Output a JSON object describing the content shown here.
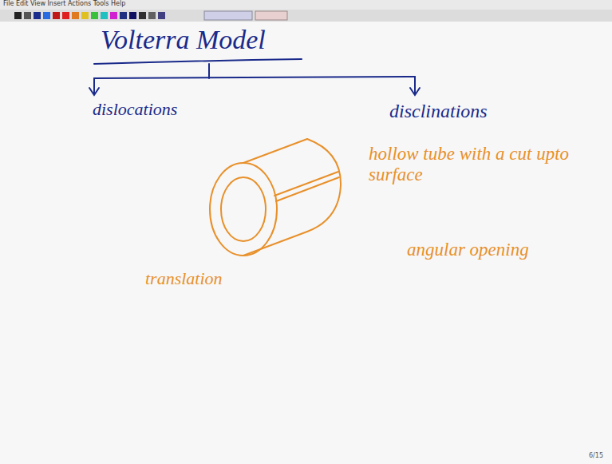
{
  "diagram": {
    "title": "Volterra Model",
    "labels": [
      "File Edit View Insert Actions Tools Help",
      "dislocations",
      "disclinations",
      "hollow tube with a cut upto surface",
      "translation",
      "angular opening",
      "6/15"
    ]
  }
}
